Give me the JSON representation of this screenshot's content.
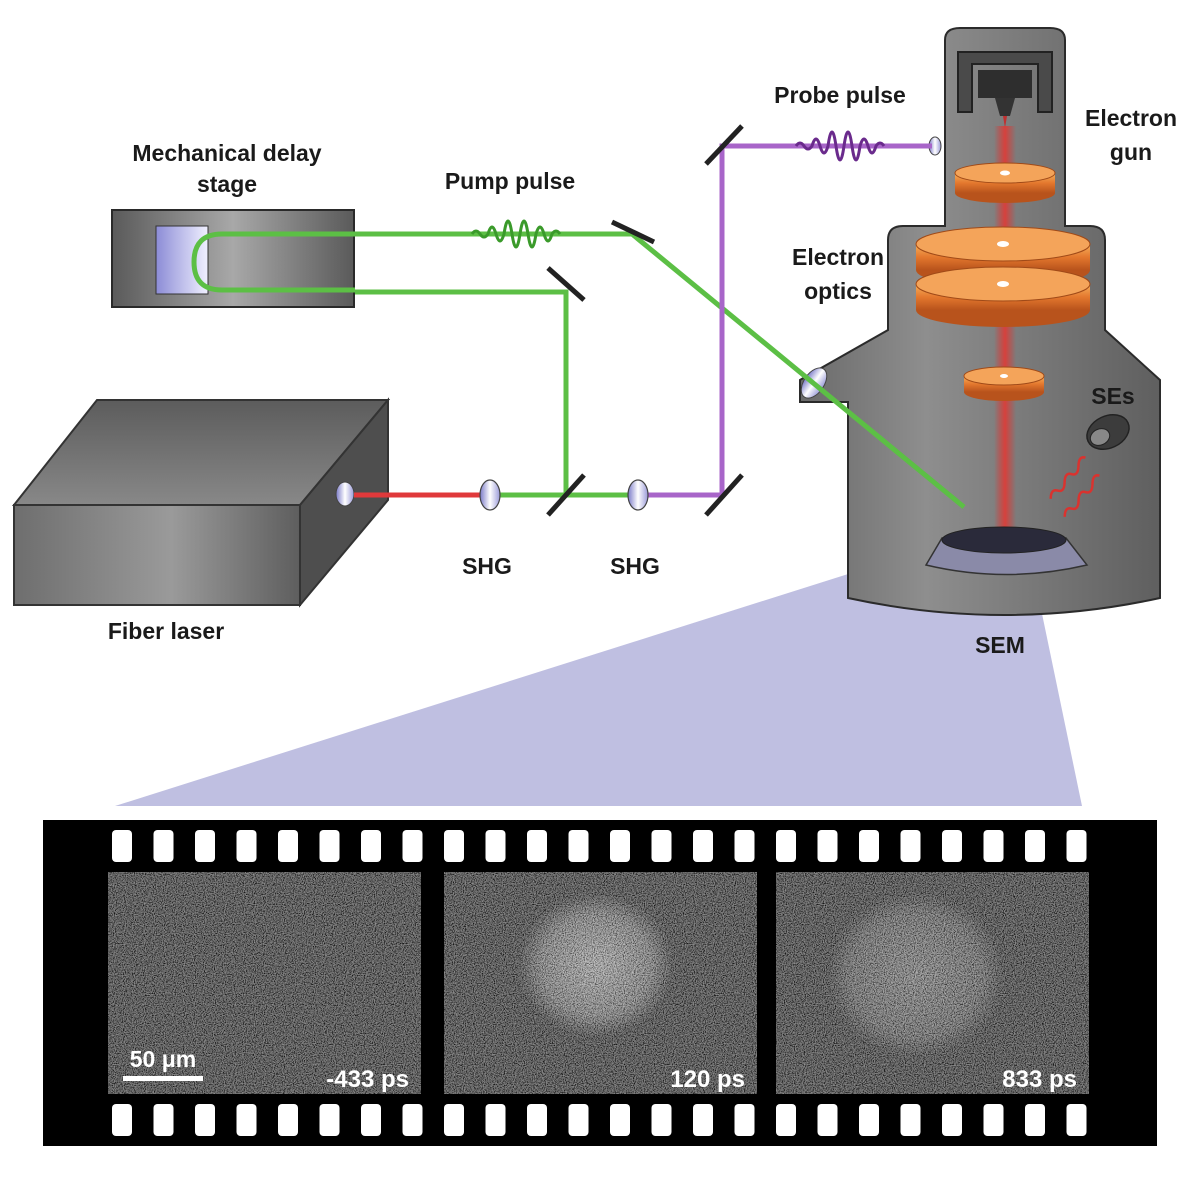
{
  "labels": {
    "delay_stage_line1": "Mechanical delay",
    "delay_stage_line2": "stage",
    "pump_pulse": "Pump pulse",
    "probe_pulse": "Probe pulse",
    "electron_gun_line1": "Electron",
    "electron_gun_line2": "gun",
    "electron_optics_line1": "Electron",
    "electron_optics_line2": "optics",
    "ses": "SEs",
    "shg_1": "SHG",
    "shg_2": "SHG",
    "fiber_laser": "Fiber laser",
    "sem": "SEM"
  },
  "film_frames": [
    {
      "time": "-433 ps",
      "spot": "none"
    },
    {
      "time": "120 ps",
      "spot": "bright"
    },
    {
      "time": "833 ps",
      "spot": "diffuse"
    }
  ],
  "scale_bar": "50 μm",
  "colors": {
    "pump_beam": "#5cbf45",
    "probe_beam": "#a865c9",
    "fundamental_beam": "#e0393b",
    "electron_beam": "#d9332f",
    "lens_orange": "#e98a3c",
    "projection_cone": "#b4b4dc",
    "housing_gray": "#6d6d6d"
  }
}
